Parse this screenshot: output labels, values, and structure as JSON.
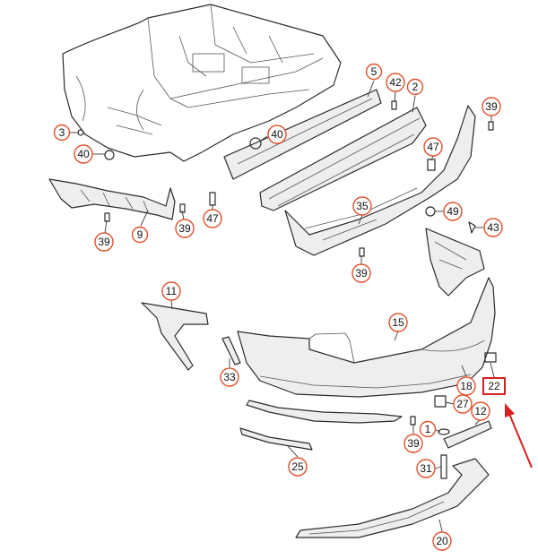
{
  "colors": {
    "callout_ring": "#e0502a",
    "highlight_box": "#d42020",
    "arrow": "#d42020",
    "line_art": "#2b2b2b"
  },
  "callouts": [
    {
      "label": "3"
    },
    {
      "label": "40"
    },
    {
      "label": "39"
    },
    {
      "label": "9"
    },
    {
      "label": "39"
    },
    {
      "label": "47"
    },
    {
      "label": "40"
    },
    {
      "label": "5"
    },
    {
      "label": "42"
    },
    {
      "label": "2"
    },
    {
      "label": "39"
    },
    {
      "label": "47"
    },
    {
      "label": "35"
    },
    {
      "label": "49"
    },
    {
      "label": "43"
    },
    {
      "label": "39"
    },
    {
      "label": "11"
    },
    {
      "label": "15"
    },
    {
      "label": "33"
    },
    {
      "label": "18"
    },
    {
      "label": "27"
    },
    {
      "label": "1"
    },
    {
      "label": "12"
    },
    {
      "label": "39"
    },
    {
      "label": "25"
    },
    {
      "label": "31"
    },
    {
      "label": "20"
    }
  ],
  "highlighted_callout": {
    "label": "22"
  }
}
